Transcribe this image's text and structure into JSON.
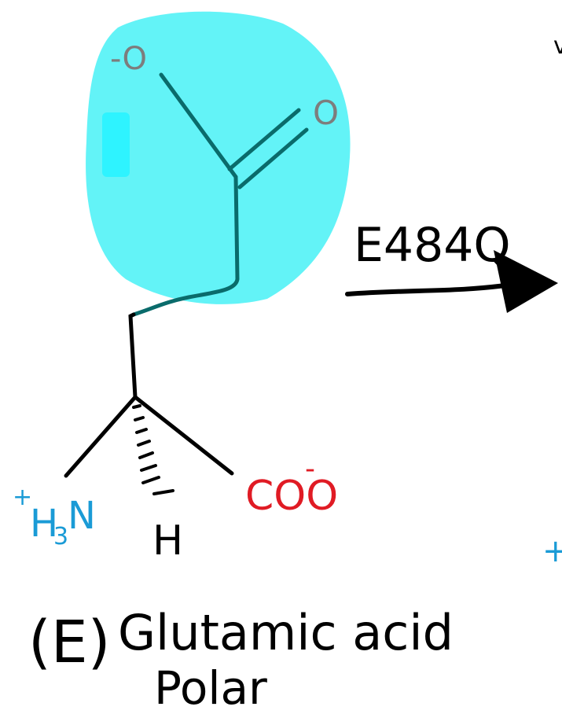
{
  "colors": {
    "background": "#ffffff",
    "highlight": "#63f3f7",
    "highlight_mark": "#2ef3ff",
    "ink": "#000000",
    "side_chain": "#0a6b6b",
    "oxygen": "#7d7d7d",
    "amine": "#1a9bd6",
    "carboxylate": "#e01b24"
  },
  "side_chain": {
    "oxygen_minus": "-O",
    "oxygen_double": "O"
  },
  "mutation": {
    "label": "E484Q"
  },
  "backbone": {
    "amine": {
      "charge": "+",
      "h": "H",
      "sub": "3",
      "n": "N"
    },
    "hydrogen": "H",
    "carboxylate": {
      "text": "COO",
      "charge": "-"
    }
  },
  "residue": {
    "code": "(E)",
    "name": "Glutamic acid",
    "property": "Polar"
  },
  "edge": {
    "top_right_fragment": "v",
    "bottom_right_charge": "+"
  }
}
